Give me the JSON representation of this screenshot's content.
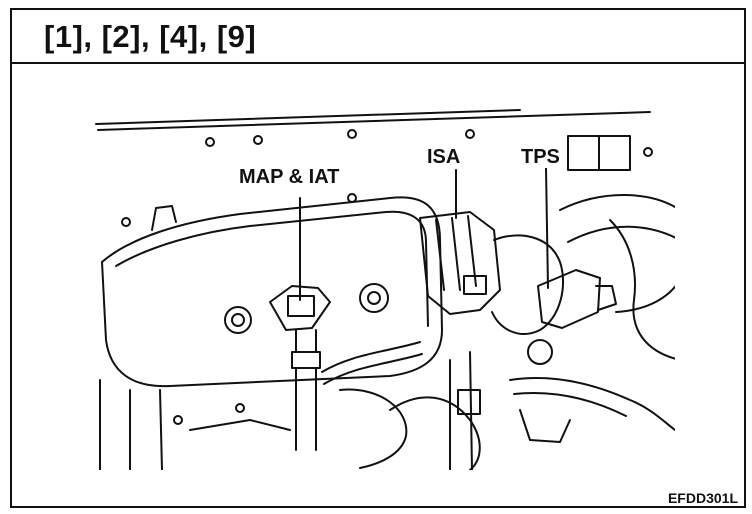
{
  "header": {
    "title": "[1], [2], [4], [9]"
  },
  "figure": {
    "labels": {
      "map_iat": "MAP & IAT",
      "isa": "ISA",
      "tps": "TPS"
    },
    "figure_id": "EFDD301L"
  }
}
